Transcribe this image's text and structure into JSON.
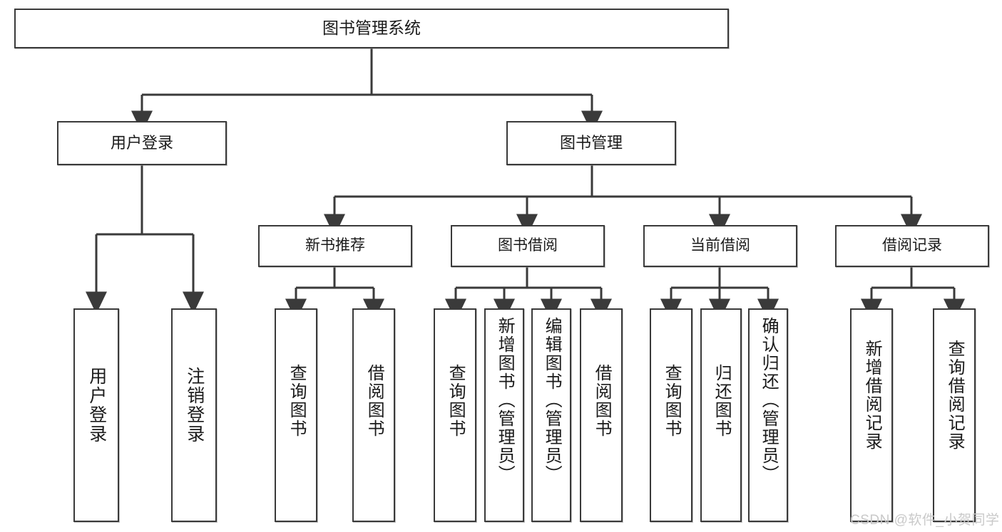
{
  "diagram": {
    "title": "图书管理系统",
    "type": "tree-hierarchy-diagram",
    "watermark": "CSDN @软件_小贺同学",
    "root": {
      "id": "root",
      "label": "图书管理系统"
    },
    "level2": [
      {
        "id": "user-login",
        "label": "用户登录"
      },
      {
        "id": "book-manage",
        "label": "图书管理"
      }
    ],
    "level3": [
      {
        "id": "new-book-recommend",
        "label": "新书推荐",
        "parent": "book-manage"
      },
      {
        "id": "book-borrow",
        "label": "图书借阅",
        "parent": "book-manage"
      },
      {
        "id": "current-borrow",
        "label": "当前借阅",
        "parent": "book-manage"
      },
      {
        "id": "borrow-record",
        "label": "借阅记录",
        "parent": "book-manage"
      }
    ],
    "leaves": {
      "user_login": [
        {
          "id": "leaf-user-login",
          "label": "用户登录"
        },
        {
          "id": "leaf-user-logout",
          "label": "注销登录"
        }
      ],
      "new_book_recommend": [
        {
          "id": "leaf-query-book-1",
          "label": "查询图书"
        },
        {
          "id": "leaf-borrow-book-1",
          "label": "借阅图书"
        }
      ],
      "book_borrow": [
        {
          "id": "leaf-query-book-2",
          "label": "查询图书"
        },
        {
          "id": "leaf-add-book",
          "label": "新增图书（管理员）"
        },
        {
          "id": "leaf-edit-book",
          "label": "编辑图书（管理员）"
        },
        {
          "id": "leaf-borrow-book-2",
          "label": "借阅图书"
        }
      ],
      "current_borrow": [
        {
          "id": "leaf-query-book-3",
          "label": "查询图书"
        },
        {
          "id": "leaf-return-book",
          "label": "归还图书"
        },
        {
          "id": "leaf-confirm-return",
          "label": "确认归还（管理员）"
        }
      ],
      "borrow_record": [
        {
          "id": "leaf-add-record",
          "label": "新增借阅记录"
        },
        {
          "id": "leaf-query-record",
          "label": "查询借阅记录"
        }
      ]
    },
    "colors": {
      "stroke": "#3a3a3a",
      "fill": "#ffffff",
      "text": "#1a1a1a",
      "watermark": "#c9c9c9"
    }
  }
}
